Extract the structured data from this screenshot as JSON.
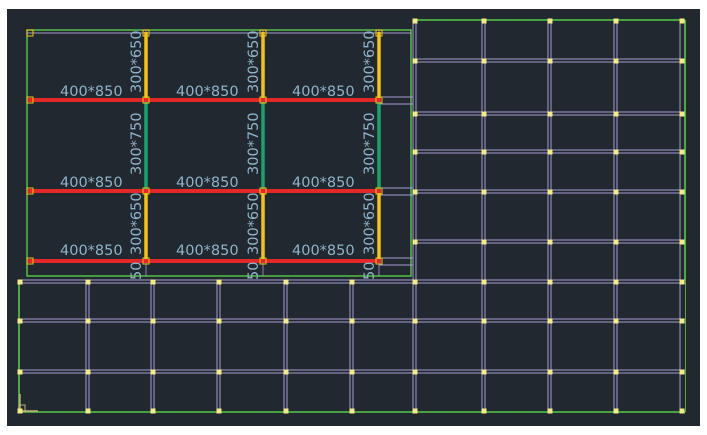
{
  "drawing": {
    "colors": {
      "background": "#212830",
      "grid_line": "#a59cd0",
      "boundary_green": "#59c84a",
      "beam_red": "#e3282a",
      "beam_yellow": "#f2c21b",
      "beam_teal": "#1aa36b",
      "label": "#8fb4c9",
      "node": "#f3ea8c"
    },
    "beam_labels": {
      "bottom_row_1": [
        "400*850",
        "400*850",
        "400*850"
      ],
      "bottom_row_2": [
        "400*850",
        "400*850",
        "400*850"
      ],
      "bottom_row_3": [
        "400*850",
        "400*850",
        "400*850"
      ],
      "vertical_row_1": [
        "300*650",
        "300*650",
        "300*650"
      ],
      "vertical_row_2": [
        "300*750",
        "300*750",
        "300*750"
      ],
      "vertical_row_3": [
        "300*650",
        "300*650",
        "300*650"
      ]
    },
    "partial_labels": [
      "50",
      "50",
      "50"
    ]
  }
}
